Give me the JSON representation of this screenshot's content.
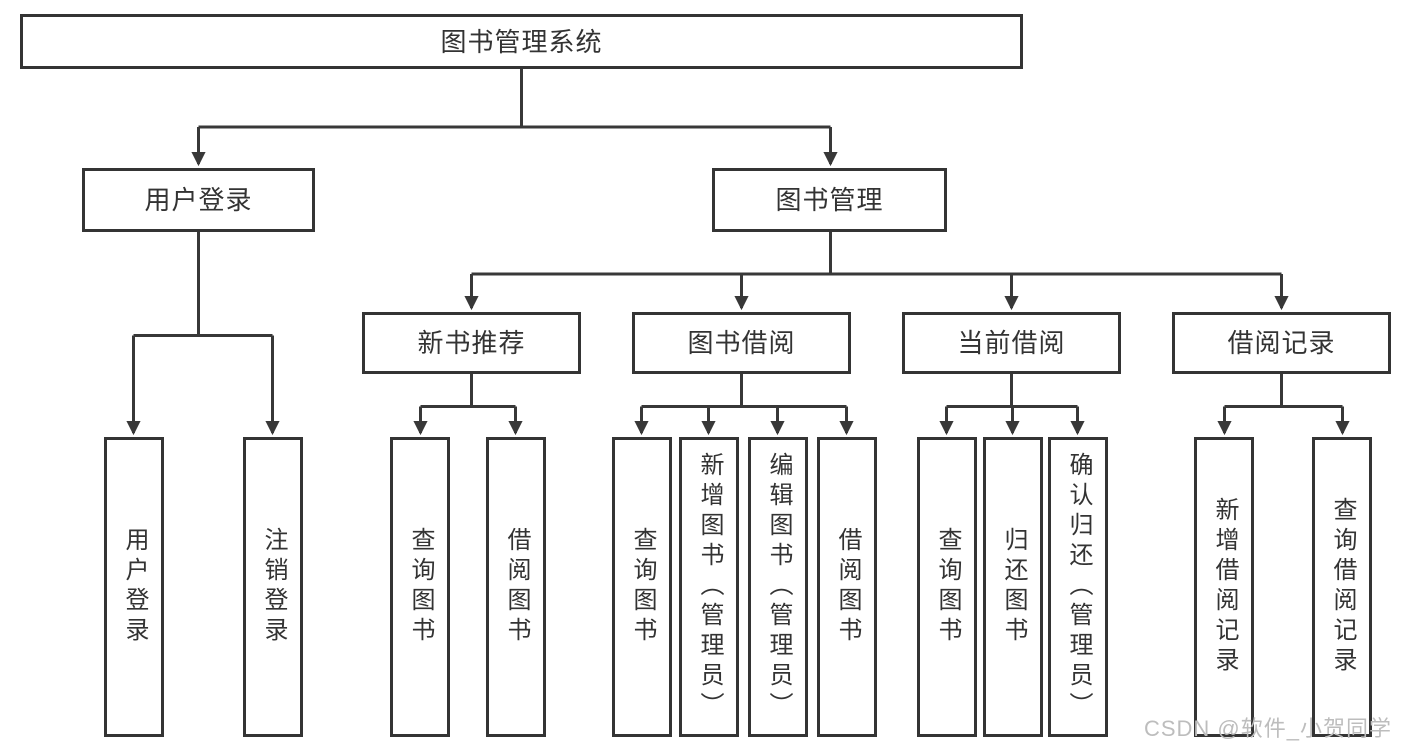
{
  "tree": {
    "root": "图书管理系统",
    "branches": [
      {
        "label": "用户登录",
        "children": [
          "用户登录",
          "注销登录"
        ]
      },
      {
        "label": "图书管理",
        "children": [
          {
            "label": "新书推荐",
            "children": [
              "查询图书",
              "借阅图书"
            ]
          },
          {
            "label": "图书借阅",
            "children": [
              "查询图书",
              "新增图书（管理员）",
              "编辑图书（管理员）",
              "借阅图书"
            ]
          },
          {
            "label": "当前借阅",
            "children": [
              "查询图书",
              "归还图书",
              "确认归还（管理员）"
            ]
          },
          {
            "label": "借阅记录",
            "children": [
              "新增借阅记录",
              "查询借阅记录"
            ]
          }
        ]
      }
    ]
  },
  "watermark": "CSDN @软件_小贺同学",
  "colors": {
    "line": "#383838",
    "border": "#343434",
    "text": "#333333",
    "background": "#ffffff",
    "watermark_text": "#bdbdbd"
  }
}
